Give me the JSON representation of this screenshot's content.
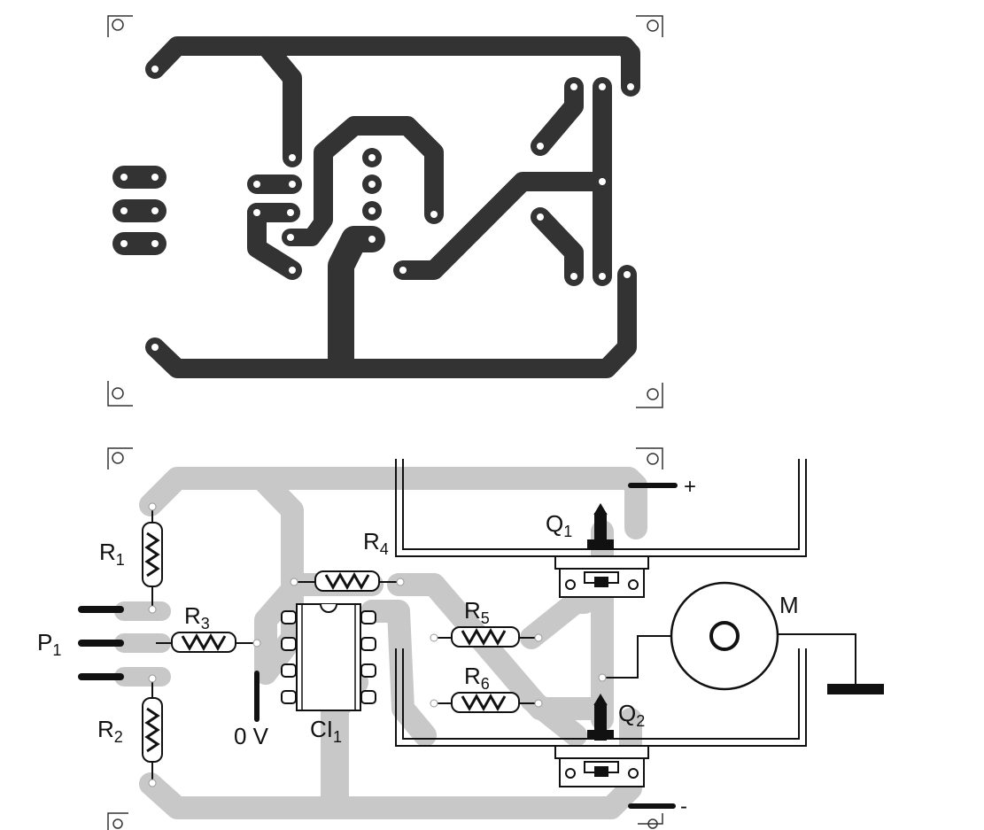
{
  "components": {
    "r1": {
      "label": "R",
      "index": "1"
    },
    "r2": {
      "label": "R",
      "index": "2"
    },
    "r3": {
      "label": "R",
      "index": "3"
    },
    "r4": {
      "label": "R",
      "index": "4"
    },
    "r5": {
      "label": "R",
      "index": "5"
    },
    "r6": {
      "label": "R",
      "index": "6"
    },
    "p1": {
      "label": "P",
      "index": "1"
    },
    "ci1": {
      "label": "CI",
      "index": "1"
    },
    "q1": {
      "label": "Q",
      "index": "1"
    },
    "q2": {
      "label": "Q",
      "index": "2"
    },
    "motor": {
      "label": "M"
    }
  },
  "terminals": {
    "positive": "+",
    "negative": "-",
    "zero_volt": "0 V"
  },
  "colors": {
    "copper": "#333333",
    "trace_shadow": "#c8c8c8",
    "ink": "#111111"
  }
}
